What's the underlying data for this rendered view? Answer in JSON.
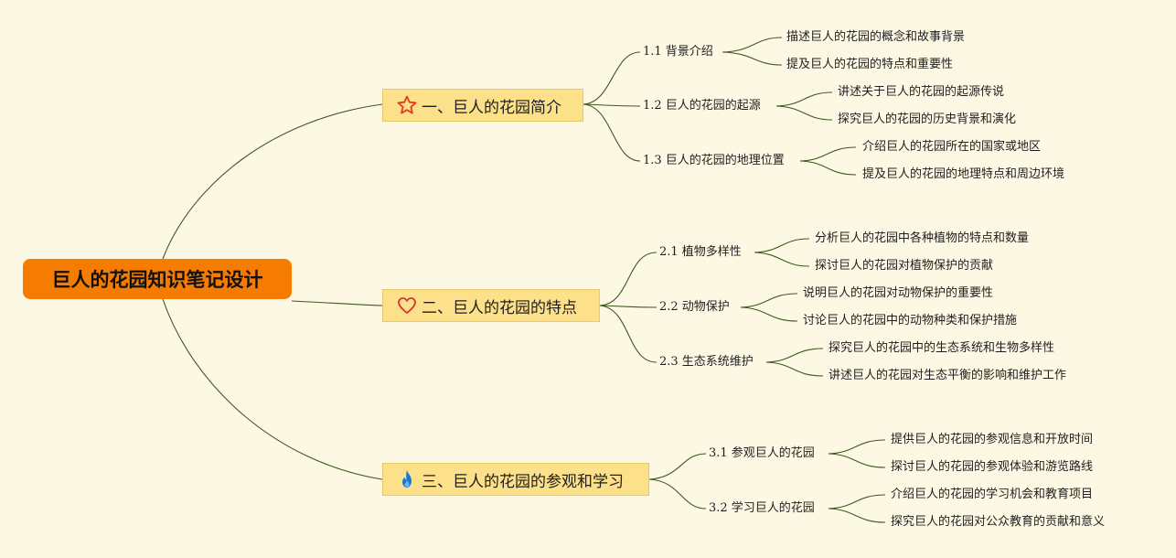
{
  "root": {
    "title": "巨人的花园知识笔记设计"
  },
  "branches": [
    {
      "icon": "star-outline-icon",
      "label": "一、巨人的花园简介",
      "subs": [
        {
          "label": "1.1 背景介绍",
          "leaves": [
            "描述巨人的花园的概念和故事背景",
            "提及巨人的花园的特点和重要性"
          ]
        },
        {
          "label": "1.2 巨人的花园的起源",
          "leaves": [
            "讲述关于巨人的花园的起源传说",
            "探究巨人的花园的历史背景和演化"
          ]
        },
        {
          "label": "1.3 巨人的花园的地理位置",
          "leaves": [
            "介绍巨人的花园所在的国家或地区",
            "提及巨人的花园的地理特点和周边环境"
          ]
        }
      ]
    },
    {
      "icon": "heart-outline-icon",
      "label": "二、巨人的花园的特点",
      "subs": [
        {
          "label": "2.1 植物多样性",
          "leaves": [
            "分析巨人的花园中各种植物的特点和数量",
            "探讨巨人的花园对植物保护的贡献"
          ]
        },
        {
          "label": "2.2 动物保护",
          "leaves": [
            "说明巨人的花园对动物保护的重要性",
            "讨论巨人的花园中的动物种类和保护措施"
          ]
        },
        {
          "label": "2.3 生态系统维护",
          "leaves": [
            "探究巨人的花园中的生态系统和生物多样性",
            "讲述巨人的花园对生态平衡的影响和维护工作"
          ]
        }
      ]
    },
    {
      "icon": "flame-icon",
      "label": "三、巨人的花园的参观和学习",
      "subs": [
        {
          "label": "3.1 参观巨人的花园",
          "leaves": [
            "提供巨人的花园的参观信息和开放时间",
            "探讨巨人的花园的参观体验和游览路线"
          ]
        },
        {
          "label": "3.2 学习巨人的花园",
          "leaves": [
            "介绍巨人的花园的学习机会和教育项目",
            "探究巨人的花园对公众教育的贡献和意义"
          ]
        }
      ]
    }
  ],
  "colors": {
    "root": "#f57c00",
    "branch": "#fde08a",
    "line": "#3b5a1c",
    "background": "#fdf8e4"
  }
}
